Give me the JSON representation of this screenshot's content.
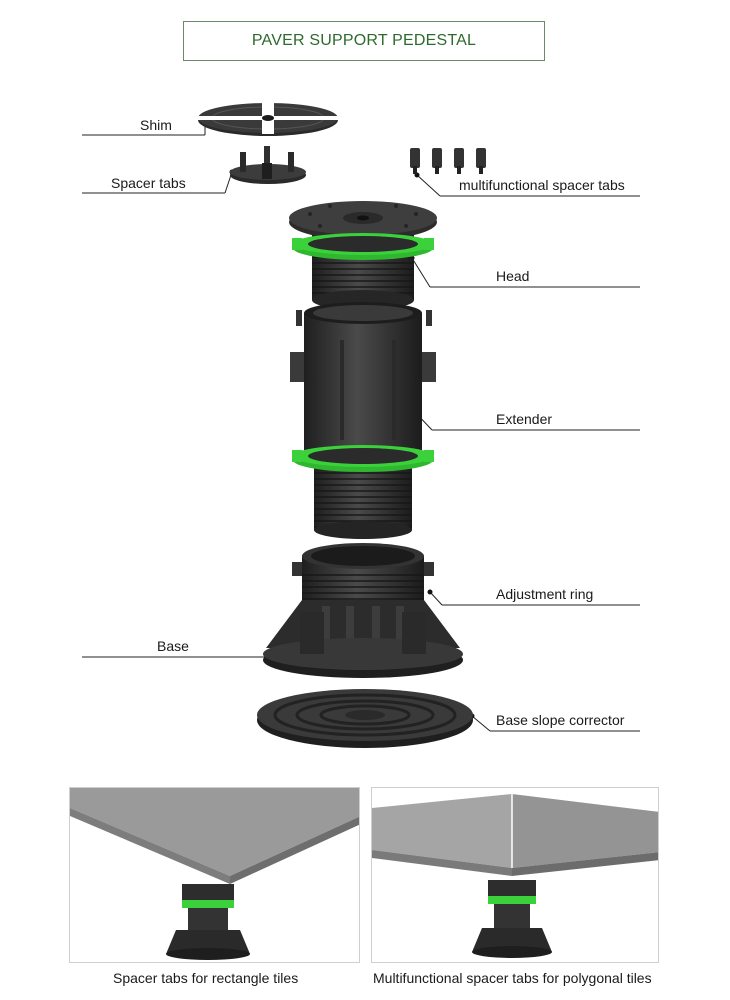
{
  "title": "PAVER SUPPORT PEDESTAL",
  "labels": {
    "shim": "Shim",
    "spacer_tabs": "Spacer tabs",
    "multifunctional_spacer_tabs": "multifunctional spacer tabs",
    "head": "Head",
    "extender": "Extender",
    "adjustment_ring": "Adjustment ring",
    "base": "Base",
    "base_slope_corrector": "Base slope corrector"
  },
  "captions": {
    "left": "Spacer tabs for rectangle tiles",
    "right": "Multifunctional spacer tabs for polygonal tiles"
  },
  "colors": {
    "title_text": "#2d6a2d",
    "title_border": "#6a8a6a",
    "plastic_dark": "#2e2e2e",
    "plastic_mid": "#3c3c3c",
    "ring_green": "#3ad13a",
    "tile_gray": "#9a9a9a",
    "leader_line": "#222222"
  },
  "icons": [
    "shim-icon",
    "spacer-tabs-icon",
    "multifunctional-spacer-tabs-icon",
    "head-icon",
    "extender-icon",
    "adjustment-ring-icon",
    "base-icon",
    "base-slope-corrector-icon"
  ]
}
